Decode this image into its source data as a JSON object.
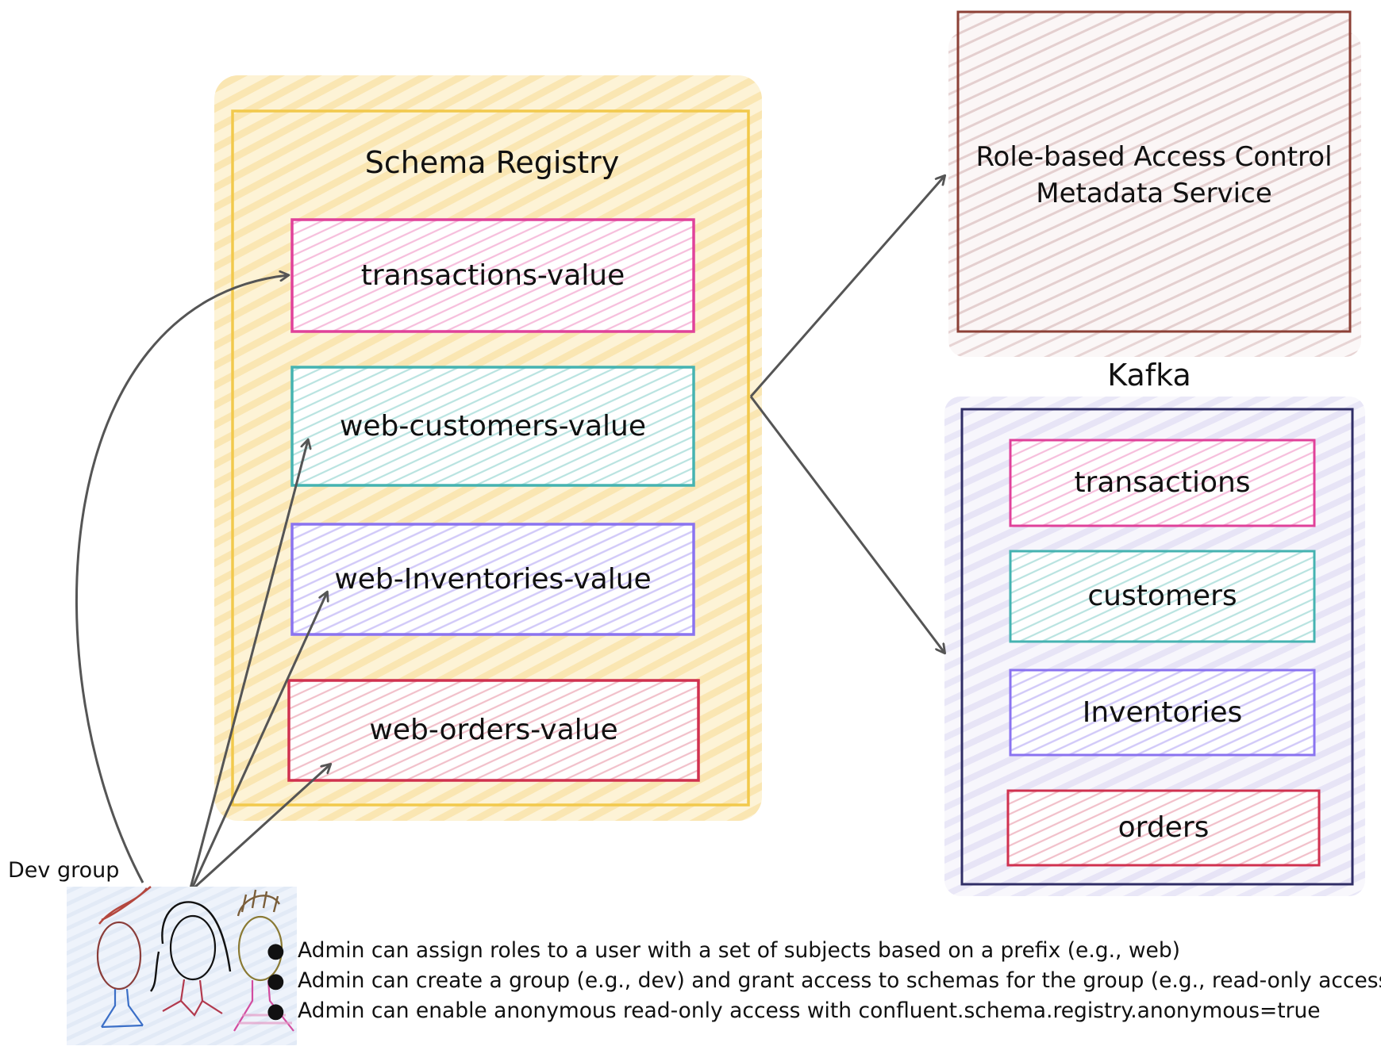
{
  "diagram": {
    "schema_registry": {
      "title": "Schema Registry",
      "subjects": [
        "transactions-value",
        "web-customers-value",
        "web-Inventories-value",
        "web-orders-value"
      ]
    },
    "rbac": {
      "title_line1": "Role-based Access Control",
      "title_line2": "Metadata Service"
    },
    "kafka": {
      "title": "Kafka",
      "topics": [
        "transactions",
        "customers",
        "Inventories",
        "orders"
      ]
    },
    "dev_group": {
      "label": "Dev group"
    },
    "notes": [
      "Admin can assign roles to a user with a set of subjects based on a prefix (e.g., web)",
      "Admin can create a group (e.g., dev) and grant access to schemas for the group (e.g., read-only access)",
      "Admin can enable anonymous read-only access with confluent.schema.registry.anonymous=true"
    ],
    "colors": {
      "schema_registry": "#f2c94c",
      "transactions": "#e0419a",
      "customers": "#45b3b1",
      "inventories": "#8a73f0",
      "orders": "#d0314f",
      "rbac": "#8c4036",
      "kafka": "#2f2d66",
      "arrow": "#555555"
    }
  }
}
